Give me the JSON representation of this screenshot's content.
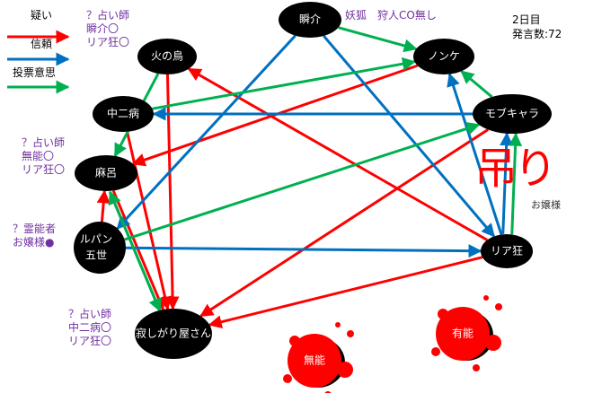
{
  "legend": [
    {
      "label": "疑い",
      "type": "doubt",
      "color": "#ff0000"
    },
    {
      "label": "信頼",
      "type": "trust",
      "color": "#0070c0"
    },
    {
      "label": "投票意思",
      "type": "vote",
      "color": "#00b050"
    }
  ],
  "day_info": {
    "day": "2日目",
    "posts": "発言数:72"
  },
  "nodes": [
    {
      "id": "shunsuke",
      "label": "瞬介"
    },
    {
      "id": "nonke",
      "label": "ノンケ"
    },
    {
      "id": "hinotori",
      "label": "火の鳥"
    },
    {
      "id": "chuni",
      "label": "中二病"
    },
    {
      "id": "mob",
      "label": "モブキャラ"
    },
    {
      "id": "maro",
      "label": "麻呂"
    },
    {
      "id": "lupin",
      "label": "ルパン",
      "label2": "五世"
    },
    {
      "id": "riakyo",
      "label": "リア狂"
    },
    {
      "id": "sabishi",
      "label": "寂しがり屋さん"
    }
  ],
  "dead": [
    {
      "label": "無能"
    },
    {
      "label": "有能"
    }
  ],
  "notes": {
    "hinotori": "？占い師\n瞬介〇\nリア狂〇",
    "shunsuke": "妖狐　狩人CO無し",
    "maro": "？占い師\n無能〇\nリア狂〇",
    "lupin": "？霊能者\nお嬢様●",
    "sabishi": "？占い師\n中二病〇\nリア狂〇"
  },
  "hanged": {
    "label": "吊り",
    "name": "お嬢様"
  },
  "edges": [
    {
      "from": "riakyo",
      "to": "hinotori",
      "type": "doubt"
    },
    {
      "from": "nonke",
      "to": "maro",
      "type": "doubt"
    },
    {
      "from": "chuni",
      "to": "sabishi",
      "type": "doubt"
    },
    {
      "from": "hinotori",
      "to": "sabishi",
      "type": "doubt"
    },
    {
      "from": "maro",
      "to": "sabishi",
      "type": "doubt"
    },
    {
      "from": "lupin",
      "to": "maro",
      "type": "doubt"
    },
    {
      "from": "riakyo",
      "to": "sabishi",
      "type": "doubt"
    },
    {
      "from": "mob",
      "to": "sabishi",
      "type": "doubt"
    },
    {
      "from": "shunsuke",
      "to": "lupin",
      "type": "trust"
    },
    {
      "from": "shunsuke",
      "to": "riakyo",
      "type": "trust"
    },
    {
      "from": "mob",
      "to": "chuni",
      "type": "trust"
    },
    {
      "from": "riakyo",
      "to": "nonke",
      "type": "trust"
    },
    {
      "from": "riakyo",
      "to": "mob",
      "type": "trust"
    },
    {
      "from": "lupin",
      "to": "riakyo",
      "type": "trust"
    },
    {
      "from": "shunsuke",
      "to": "nonke",
      "type": "vote"
    },
    {
      "from": "chuni",
      "to": "nonke",
      "type": "vote"
    },
    {
      "from": "hinotori",
      "to": "maro",
      "type": "vote"
    },
    {
      "from": "mob",
      "to": "nonke",
      "type": "vote"
    },
    {
      "from": "lupin",
      "to": "mob",
      "type": "vote"
    },
    {
      "from": "riakyo",
      "to": "mob",
      "type": "vote"
    },
    {
      "from": "sabishi",
      "to": "maro",
      "type": "vote"
    },
    {
      "from": "maro",
      "to": "sabishi",
      "type": "vote"
    }
  ]
}
